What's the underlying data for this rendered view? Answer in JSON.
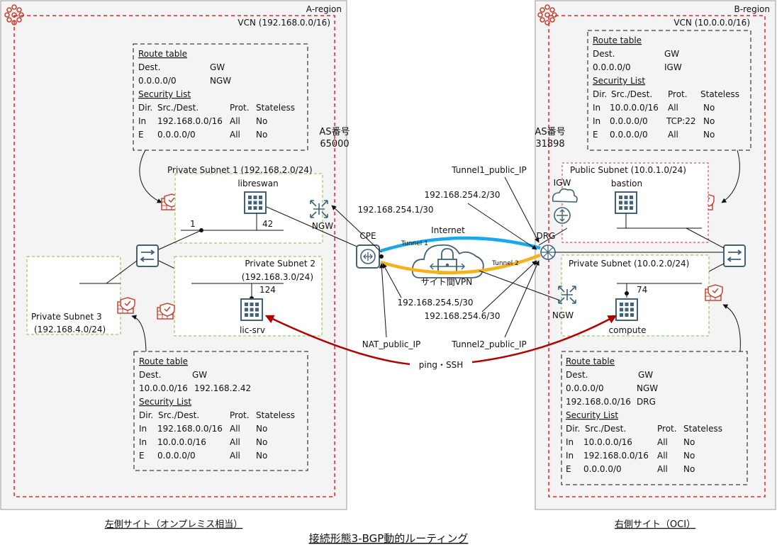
{
  "title": "接続形態3-BGP動的ルーティング",
  "left_site": {
    "caption": "左側サイト（オンプレミス相当）",
    "region": "A-region",
    "vcn": "VCN (192.168.0.0/16)",
    "as_label": "AS番号",
    "as_number": "65000",
    "subnet1": "Private Subnet 1 (192.168.2.0/24)",
    "subnet2_line1": "Private Subnet 2",
    "subnet2_line2": "(192.168.3.0/24)",
    "subnet3_line1": "Private Subnet 3",
    "subnet3_line2": "(192.168.4.0/24)",
    "libreswan": "libreswan",
    "libreswan_port": "42",
    "router_port": "1",
    "lic_srv": "lic-srv",
    "lic_srv_port": "124",
    "ngw": "NGW",
    "table1": {
      "route_title": "Route table",
      "route_header": [
        "Dest.",
        "GW"
      ],
      "route_rows": [
        [
          "0.0.0.0/0",
          "NGW"
        ]
      ],
      "sec_title": "Security List",
      "sec_header": [
        "Dir.",
        "Src./Dest.",
        "Prot.",
        "Stateless"
      ],
      "sec_rows": [
        [
          "In",
          "192.168.0.0/16",
          "All",
          "No"
        ],
        [
          "E",
          "0.0.0.0/0",
          "All",
          "No"
        ]
      ]
    },
    "table2": {
      "route_title": "Route table",
      "route_header": [
        "Dest.",
        "GW"
      ],
      "route_rows": [
        [
          "10.0.0.0/16",
          "192.168.2.42"
        ]
      ],
      "sec_title": "Security List",
      "sec_header": [
        "Dir.",
        "Src./Dest.",
        "Prot.",
        "Stateless"
      ],
      "sec_rows": [
        [
          "In",
          "192.168.0.0/16",
          "All",
          "No"
        ],
        [
          "In",
          "10.0.0.0/16",
          "All",
          "No"
        ],
        [
          "E",
          "0.0.0.0/0",
          "All",
          "No"
        ]
      ]
    }
  },
  "right_site": {
    "caption": "右側サイト（OCI）",
    "region": "B-region",
    "vcn": "VCN (10.0.0.0/16)",
    "as_label": "AS番号",
    "as_number": "31898",
    "public_subnet": "Public Subnet (10.0.1.0/24)",
    "private_subnet": "Private Subnet (10.0.2.0/24)",
    "bastion": "bastion",
    "compute": "compute",
    "compute_port": "74",
    "igw": "IGW",
    "ngw": "NGW",
    "drg": "DRG",
    "table1": {
      "route_title": "Route table",
      "route_header": [
        "Dest.",
        "GW"
      ],
      "route_rows": [
        [
          "0.0.0.0/0",
          "IGW"
        ]
      ],
      "sec_title": "Security List",
      "sec_header": [
        "Dir.",
        "Src./Dest.",
        "Prot.",
        "Stateless"
      ],
      "sec_rows": [
        [
          "In",
          "10.0.0.0/16",
          "All",
          "No"
        ],
        [
          "In",
          "0.0.0.0/0",
          "TCP:22",
          "No"
        ],
        [
          "E",
          "0.0.0.0/0",
          "All",
          "No"
        ]
      ]
    },
    "table2": {
      "route_title": "Route table",
      "route_header": [
        "Dest.",
        "GW"
      ],
      "route_rows": [
        [
          "0.0.0.0/0",
          "NGW"
        ],
        [
          "192.168.0.0/16",
          "DRG"
        ]
      ],
      "sec_title": "Security List",
      "sec_header": [
        "Dir.",
        "Src./Dest.",
        "Prot.",
        "Stateless"
      ],
      "sec_rows": [
        [
          "In",
          "10.0.0.0/16",
          "All",
          "No"
        ],
        [
          "In",
          "192.168.0.0/16",
          "All",
          "No"
        ],
        [
          "E",
          "0.0.0.0/0",
          "All",
          "No"
        ]
      ]
    }
  },
  "center": {
    "cpe": "CPE",
    "internet": "Internet",
    "vpn": "サイト間VPN",
    "tunnel1": "Tunnel 1",
    "tunnel2": "Tunnel 2",
    "tunnel1_public_ip": "Tunnel1_public_IP",
    "tunnel2_public_ip": "Tunnel2_public_IP",
    "nat_public_ip": "NAT_public_IP",
    "ip_254_1": "192.168.254.1/30",
    "ip_254_2": "192.168.254.2/30",
    "ip_254_5": "192.168.254.5/30",
    "ip_254_6": "192.168.254.6/30",
    "ping_ssh": "ping・SSH"
  },
  "colors": {
    "oracle_orange": "#c74634",
    "region_red": "#e8232a",
    "subnet_green": "#7dc44a",
    "tunnel_blue": "#1aa7ec",
    "tunnel_yellow": "#f6b21b",
    "icon_steel": "#3f6278",
    "flow_red": "#b00000"
  }
}
